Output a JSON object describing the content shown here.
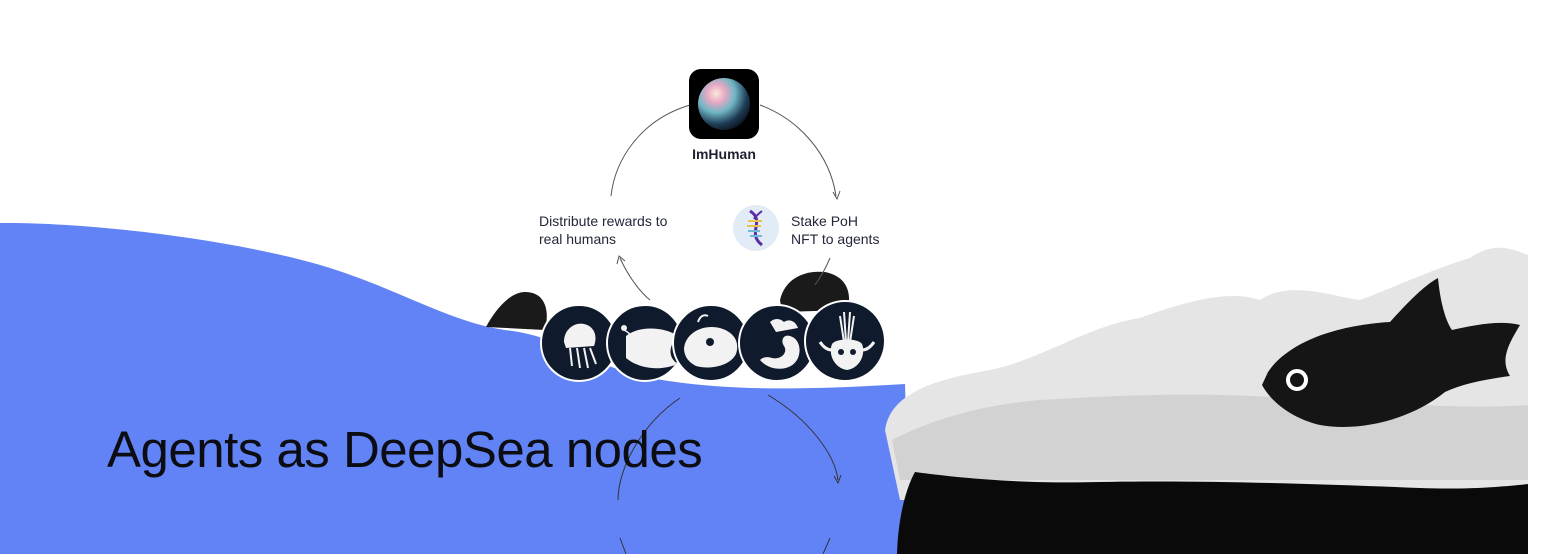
{
  "app": {
    "name": "ImHuman",
    "icon": "sphere-orb-icon"
  },
  "cycle": {
    "left_label": "Distribute rewards to\nreal humans",
    "right_label": "Stake PoH\nNFT to agents",
    "right_icon": "dna-helix-icon"
  },
  "headline": "Agents as DeepSea nodes",
  "creatures": [
    {
      "name": "jellyfish-avatar-icon"
    },
    {
      "name": "anglerfish-avatar-icon"
    },
    {
      "name": "pufferfish-avatar-icon"
    },
    {
      "name": "sea-slug-avatar-icon"
    },
    {
      "name": "crustacean-avatar-icon"
    }
  ],
  "colors": {
    "sea_blue": "#6283f6",
    "avatar_bg": "#0f1a2c",
    "text_dark": "#0c0d12",
    "dna_badge": "#e2ecf6"
  }
}
